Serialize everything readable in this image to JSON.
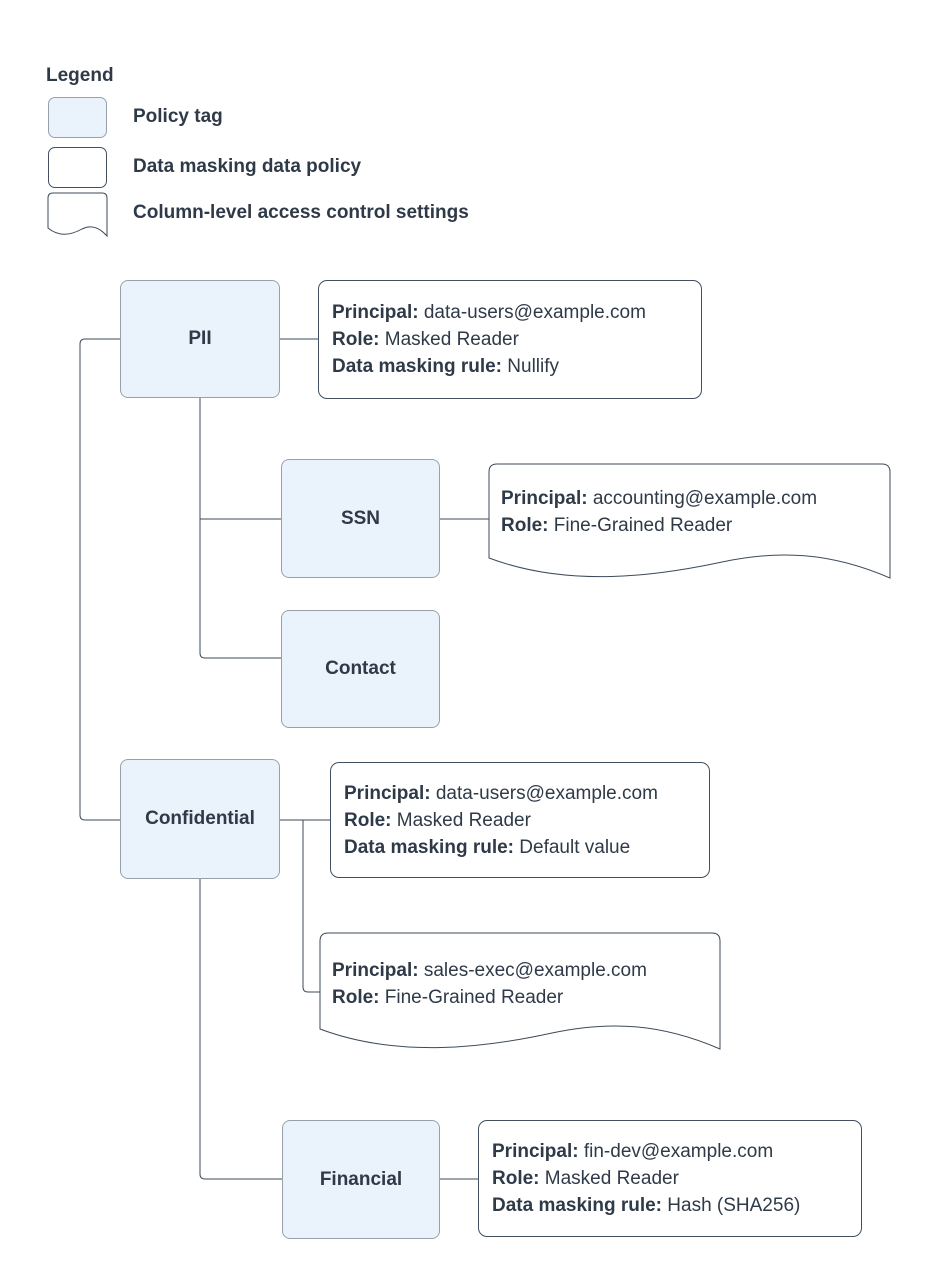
{
  "legend": {
    "title": "Legend",
    "items": [
      {
        "label": "Policy tag"
      },
      {
        "label": "Data masking data policy"
      },
      {
        "label": "Column-level access control settings"
      }
    ]
  },
  "nodes": {
    "pii": "PII",
    "ssn": "SSN",
    "contact": "Contact",
    "confidential": "Confidential",
    "financial": "Financial"
  },
  "policies": {
    "pii_masking": {
      "principal_label": "Principal:",
      "principal": "data-users@example.com",
      "role_label": "Role:",
      "role": "Masked Reader",
      "rule_label": "Data masking rule:",
      "rule": "Nullify"
    },
    "ssn_access": {
      "principal_label": "Principal:",
      "principal": "accounting@example.com",
      "role_label": "Role:",
      "role": "Fine-Grained Reader"
    },
    "confidential_masking": {
      "principal_label": "Principal:",
      "principal": "data-users@example.com",
      "role_label": "Role:",
      "role": "Masked Reader",
      "rule_label": "Data masking rule:",
      "rule": "Default value"
    },
    "confidential_access": {
      "principal_label": "Principal:",
      "principal": "sales-exec@example.com",
      "role_label": "Role:",
      "role": "Fine-Grained Reader"
    },
    "financial_masking": {
      "principal_label": "Principal:",
      "principal": "fin-dev@example.com",
      "role_label": "Role:",
      "role": "Masked Reader",
      "rule_label": "Data masking rule:",
      "rule": "Hash (SHA256)"
    }
  },
  "colors": {
    "policy_tag_fill": "#eaf2fc",
    "policy_tag_border": "#97a1ae",
    "box_border": "#42505f",
    "connector": "#3d4a59",
    "text": "#2f3a48"
  }
}
